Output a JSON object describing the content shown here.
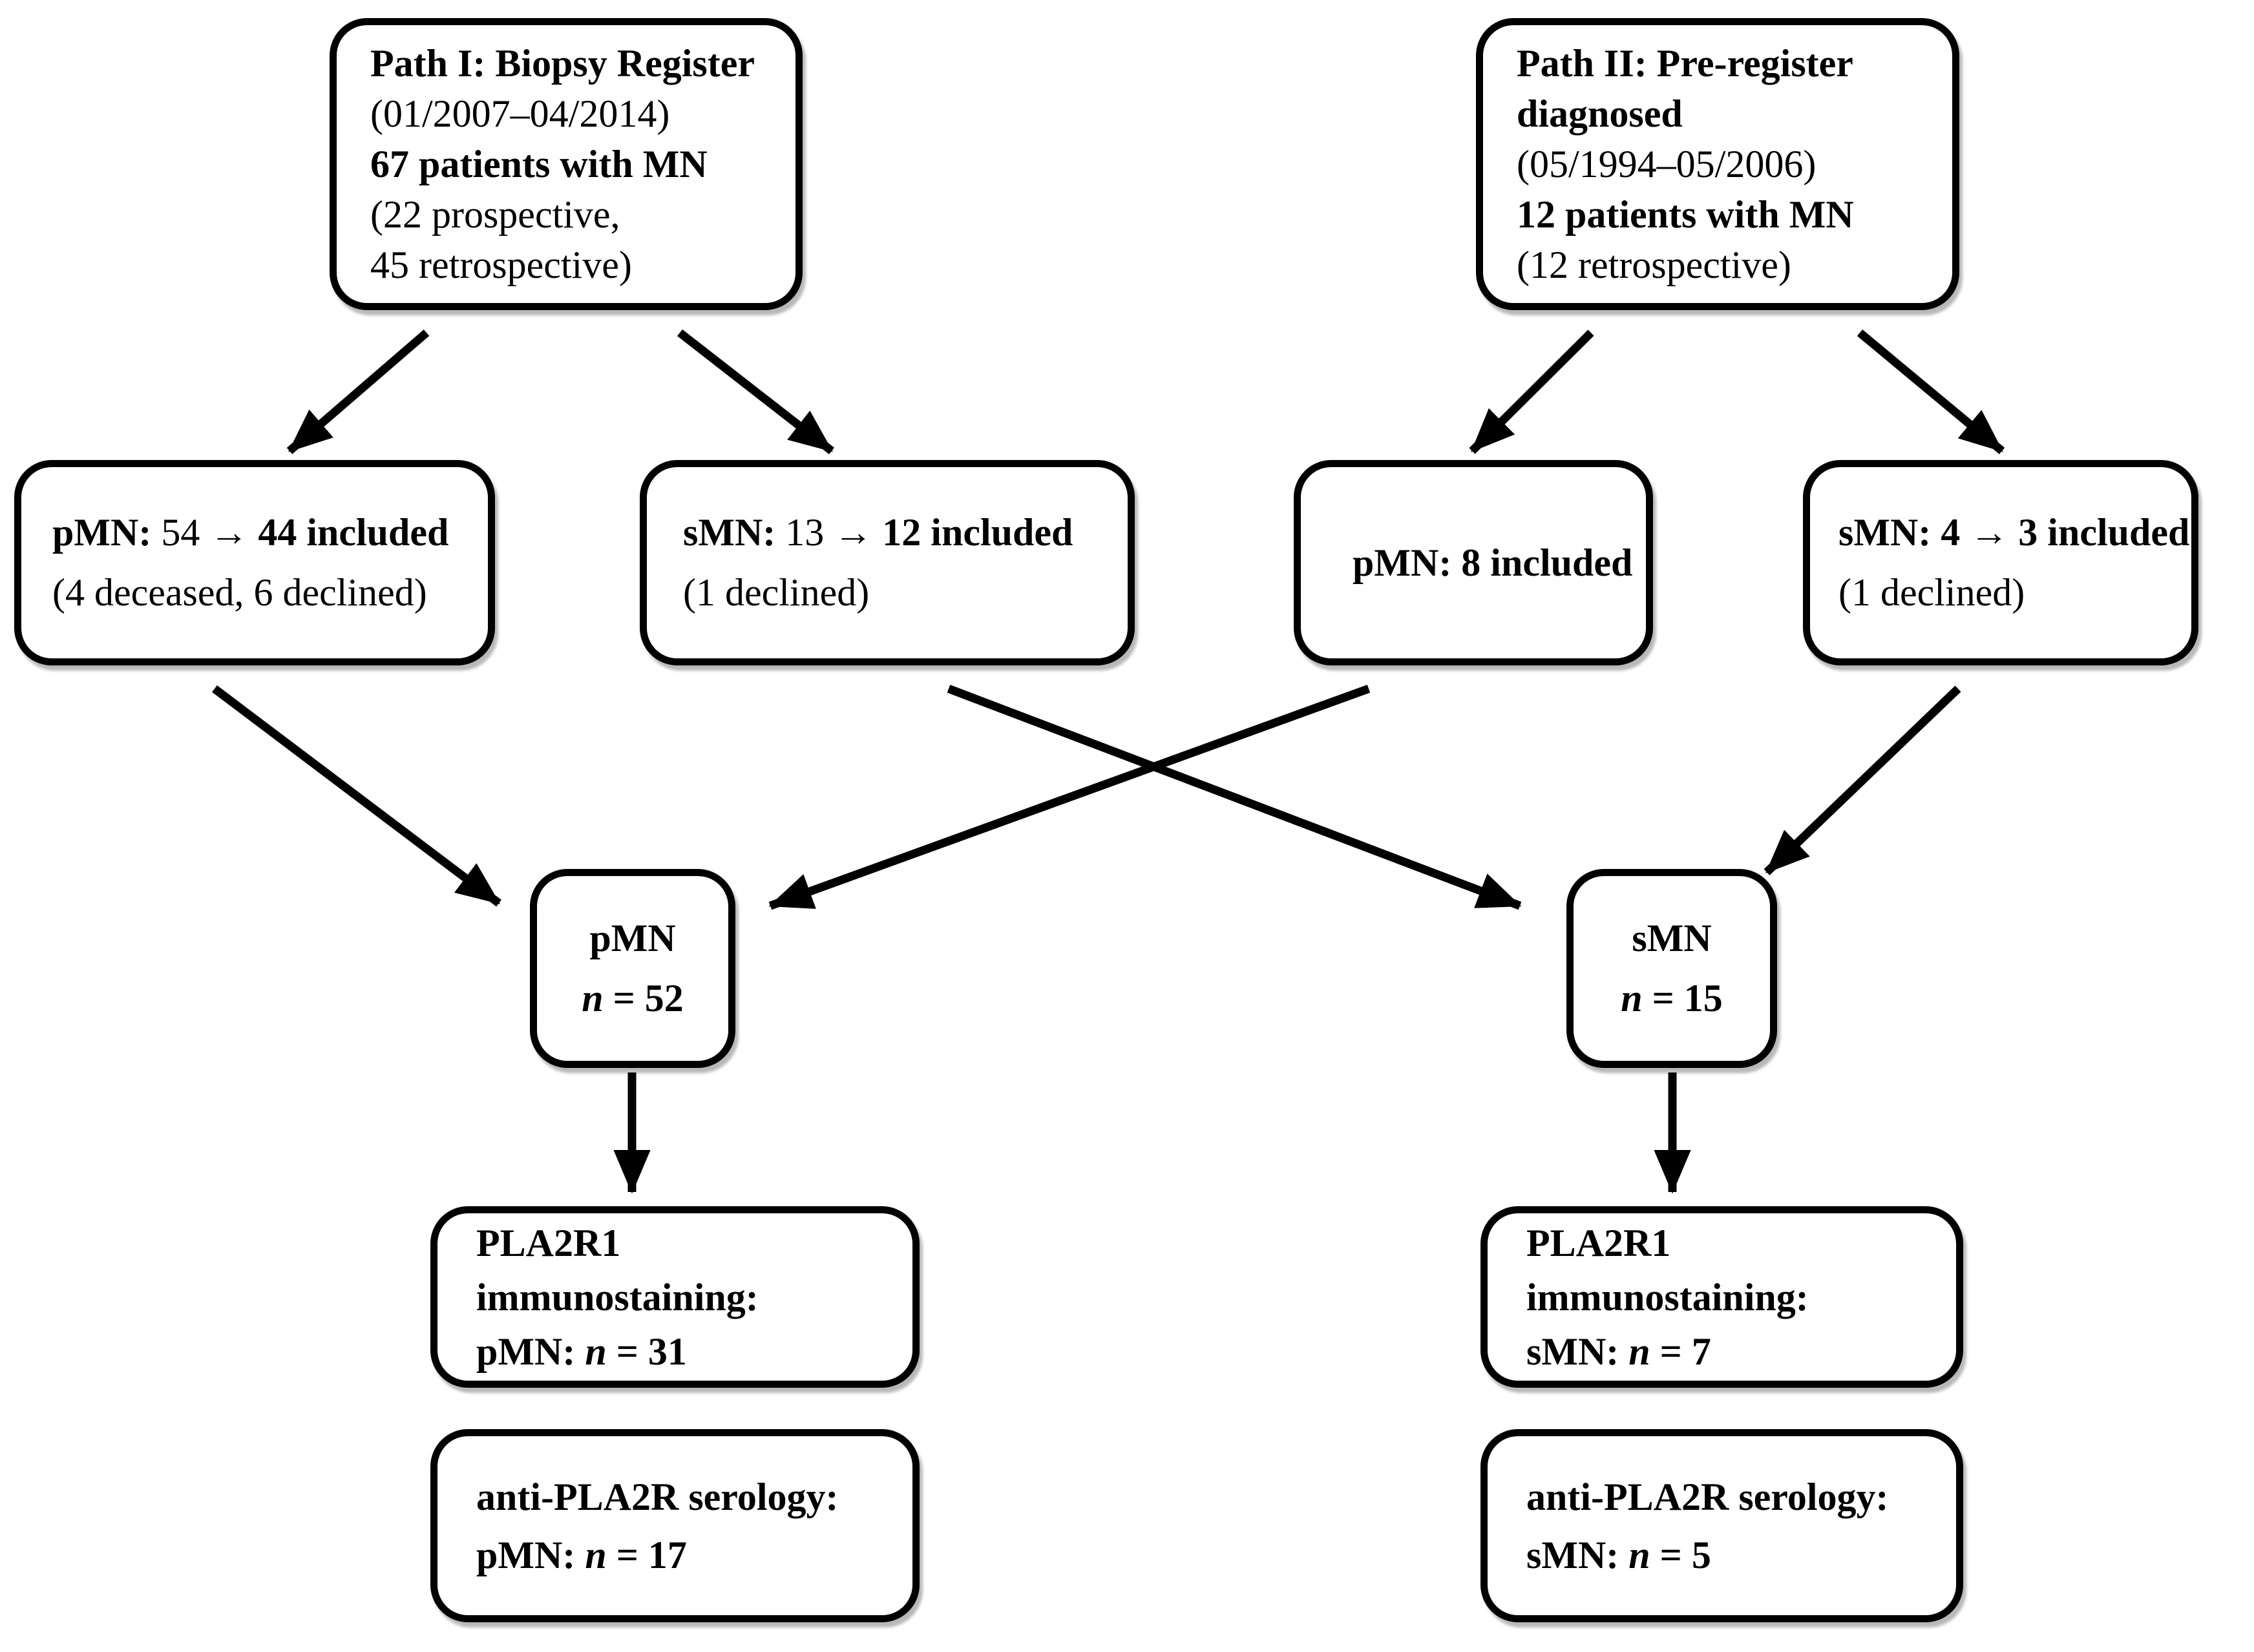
{
  "colors": {
    "background": "#ffffff",
    "box_border": "#000000",
    "arrow": "#000000",
    "text": "#000000"
  },
  "boxes": {
    "path1": {
      "l1": "Path I: Biopsy Register",
      "l2": "(01/2007–04/2014)",
      "l3": "67 patients with MN",
      "l4": "(22 prospective,",
      "l5": "45 retrospective)"
    },
    "path2": {
      "l1": "Path II: Pre-register",
      "l2": "diagnosed",
      "l3": "(05/1994–05/2006)",
      "l4": "12 patients with MN",
      "l5": "(12 retrospective)"
    },
    "pmn54": {
      "l1a": "pMN:",
      "l1b": " 54 → ",
      "l1c": "44 included",
      "l2": "(4 deceased, 6 declined)"
    },
    "smn13": {
      "l1a": "sMN:",
      "l1b": " 13 → ",
      "l1c": "12 included",
      "l2": "(1 declined)"
    },
    "pmn8": {
      "l1": "pMN: 8 included"
    },
    "smn4": {
      "l1a": "sMN: 4",
      "l1b": " → ",
      "l1c": "3 included",
      "l2": "(1 declined)"
    },
    "pmn52": {
      "l1": "pMN",
      "l2a": "n",
      "l2b": " = 52"
    },
    "smn15": {
      "l1": "sMN",
      "l2a": "n",
      "l2b": " = 15"
    },
    "plaPmn": {
      "l1": "PLA2R1",
      "l2": "immunostaining:",
      "l3a": "pMN: ",
      "l3b": "n",
      "l3c": " = 31"
    },
    "plaSmn": {
      "l1": "PLA2R1",
      "l2": "immunostaining:",
      "l3a": "sMN: ",
      "l3b": "n",
      "l3c": " = 7"
    },
    "seroPmn": {
      "l1": "anti-PLA2R serology:",
      "l2a": "pMN: ",
      "l2b": "n",
      "l2c": " = 17"
    },
    "seroSmn": {
      "l1": "anti-PLA2R serology:",
      "l2a": "sMN: ",
      "l2b": "n",
      "l2c": " = 5"
    }
  },
  "arrows": [
    "path1-to-pmn54",
    "path1-to-smn13",
    "path2-to-pmn8",
    "path2-to-smn4",
    "pmn54-to-pmn52",
    "smn13-to-smn15",
    "pmn8-to-pmn52",
    "smn4-to-smn15",
    "pmn52-to-pla2r1-pmn",
    "smn15-to-pla2r1-smn"
  ]
}
